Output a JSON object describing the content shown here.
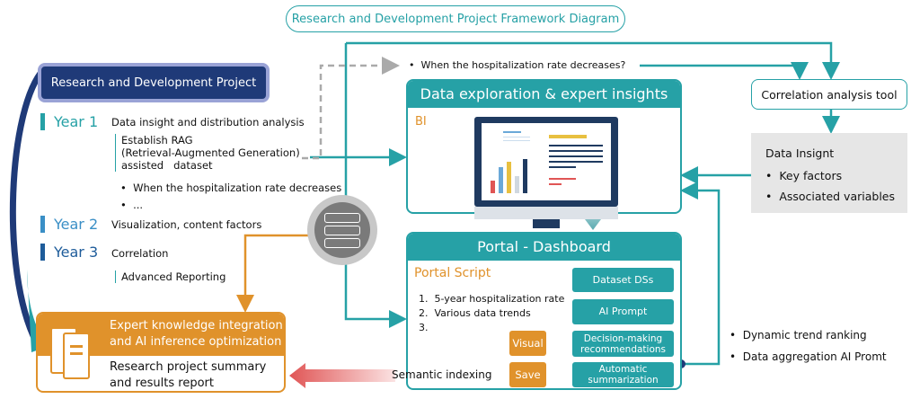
{
  "title": "Research and Development Project Framework Diagram",
  "project": {
    "title": "Research and Development Project",
    "years": [
      {
        "label": "Year 1",
        "color": "#26a1a6",
        "text": "Data insight and distribution analysis"
      },
      {
        "label": "Year 2",
        "color": "#3a8fc6",
        "text": "Visualization, content factors"
      },
      {
        "label": "Year 3",
        "color": "#1e5c9a",
        "text": "Correlation"
      }
    ],
    "year1_sub": [
      "Establish RAG",
      "(Retrieval-Augmented Generation)",
      "assisted   dataset"
    ],
    "year1_bullets": [
      "When the hospitalization rate decreases",
      "..."
    ],
    "year3_sub": "Advanced Reporting"
  },
  "query_bullet": "When the hospitalization rate decreases?",
  "data_exploration": {
    "title": "Data exploration & expert insights",
    "bi_label": "BI"
  },
  "correlation_tool": "Correlation analysis tool",
  "data_insight": {
    "title": "Data Insignt",
    "items": [
      "Key factors",
      "Associated variables"
    ]
  },
  "portal": {
    "title": "Portal - Dashboard",
    "script_label": "Portal Script",
    "script_items": [
      "1.  5-year hospitalization rate",
      "2.  Various data trends",
      "3."
    ],
    "steps": [
      "Dataset DSs",
      "AI Prompt",
      "Decision-making recommendations",
      "Automatic summarization"
    ],
    "visual_btn": "Visual",
    "save_btn": "Save"
  },
  "right_bullets": [
    "Dynamic trend ranking",
    "Data aggregation AI Promt"
  ],
  "semantic_indexing": "Semantic indexing",
  "expert_box": {
    "title_lines": [
      "Expert knowledge integration",
      "and AI inference optimization"
    ],
    "body_lines": [
      "Research project summary",
      "and results report"
    ]
  },
  "colors": {
    "teal": "#26a1a6",
    "navy": "#1f3a78",
    "orange": "#e0922b",
    "red": "#e05555"
  }
}
